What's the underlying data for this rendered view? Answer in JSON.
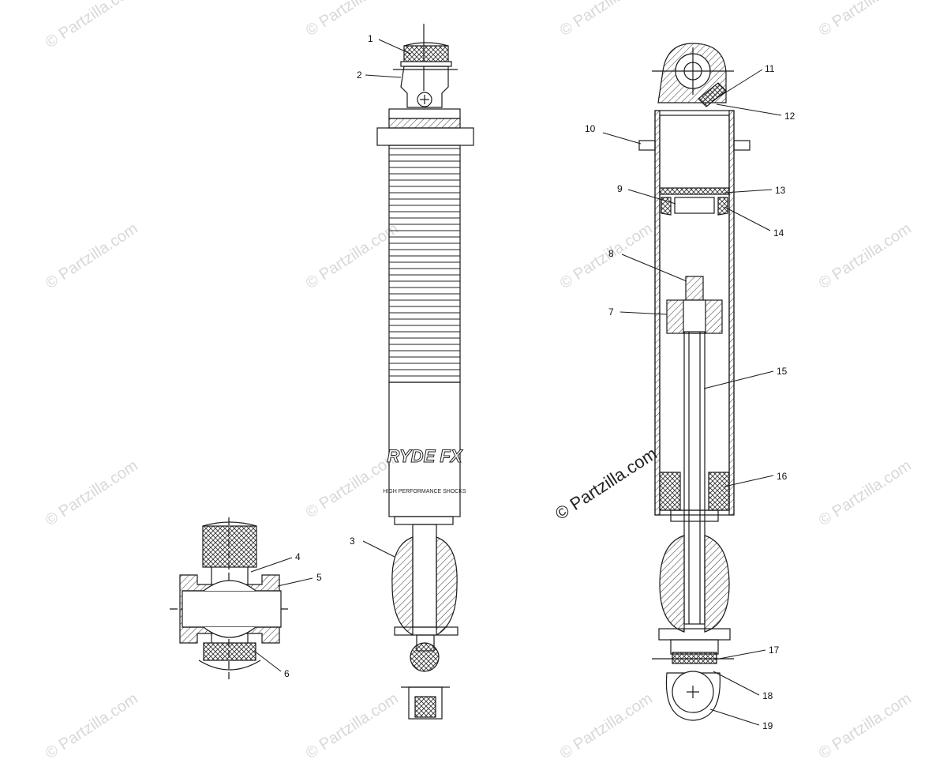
{
  "callouts": [
    {
      "id": "1",
      "label": "1"
    },
    {
      "id": "2",
      "label": "2"
    },
    {
      "id": "3",
      "label": "3"
    },
    {
      "id": "4",
      "label": "4"
    },
    {
      "id": "5",
      "label": "5"
    },
    {
      "id": "6",
      "label": "6"
    },
    {
      "id": "7",
      "label": "7"
    },
    {
      "id": "8",
      "label": "8"
    },
    {
      "id": "9",
      "label": "9"
    },
    {
      "id": "10",
      "label": "10"
    },
    {
      "id": "11",
      "label": "11"
    },
    {
      "id": "12",
      "label": "12"
    },
    {
      "id": "13",
      "label": "13"
    },
    {
      "id": "14",
      "label": "14"
    },
    {
      "id": "15",
      "label": "15"
    },
    {
      "id": "16",
      "label": "16"
    },
    {
      "id": "17",
      "label": "17"
    },
    {
      "id": "18",
      "label": "18"
    },
    {
      "id": "19",
      "label": "19"
    }
  ],
  "watermark": "© Partzilla.com",
  "watermark_center": "© Partzilla.com",
  "shock_logo": "RYDE FX",
  "shock_tagline": "HIGH PERFORMANCE SHOCKS",
  "colors": {
    "line": "#1a1a1a",
    "hatch": "#333333",
    "watermark": "#d8d8d8"
  }
}
